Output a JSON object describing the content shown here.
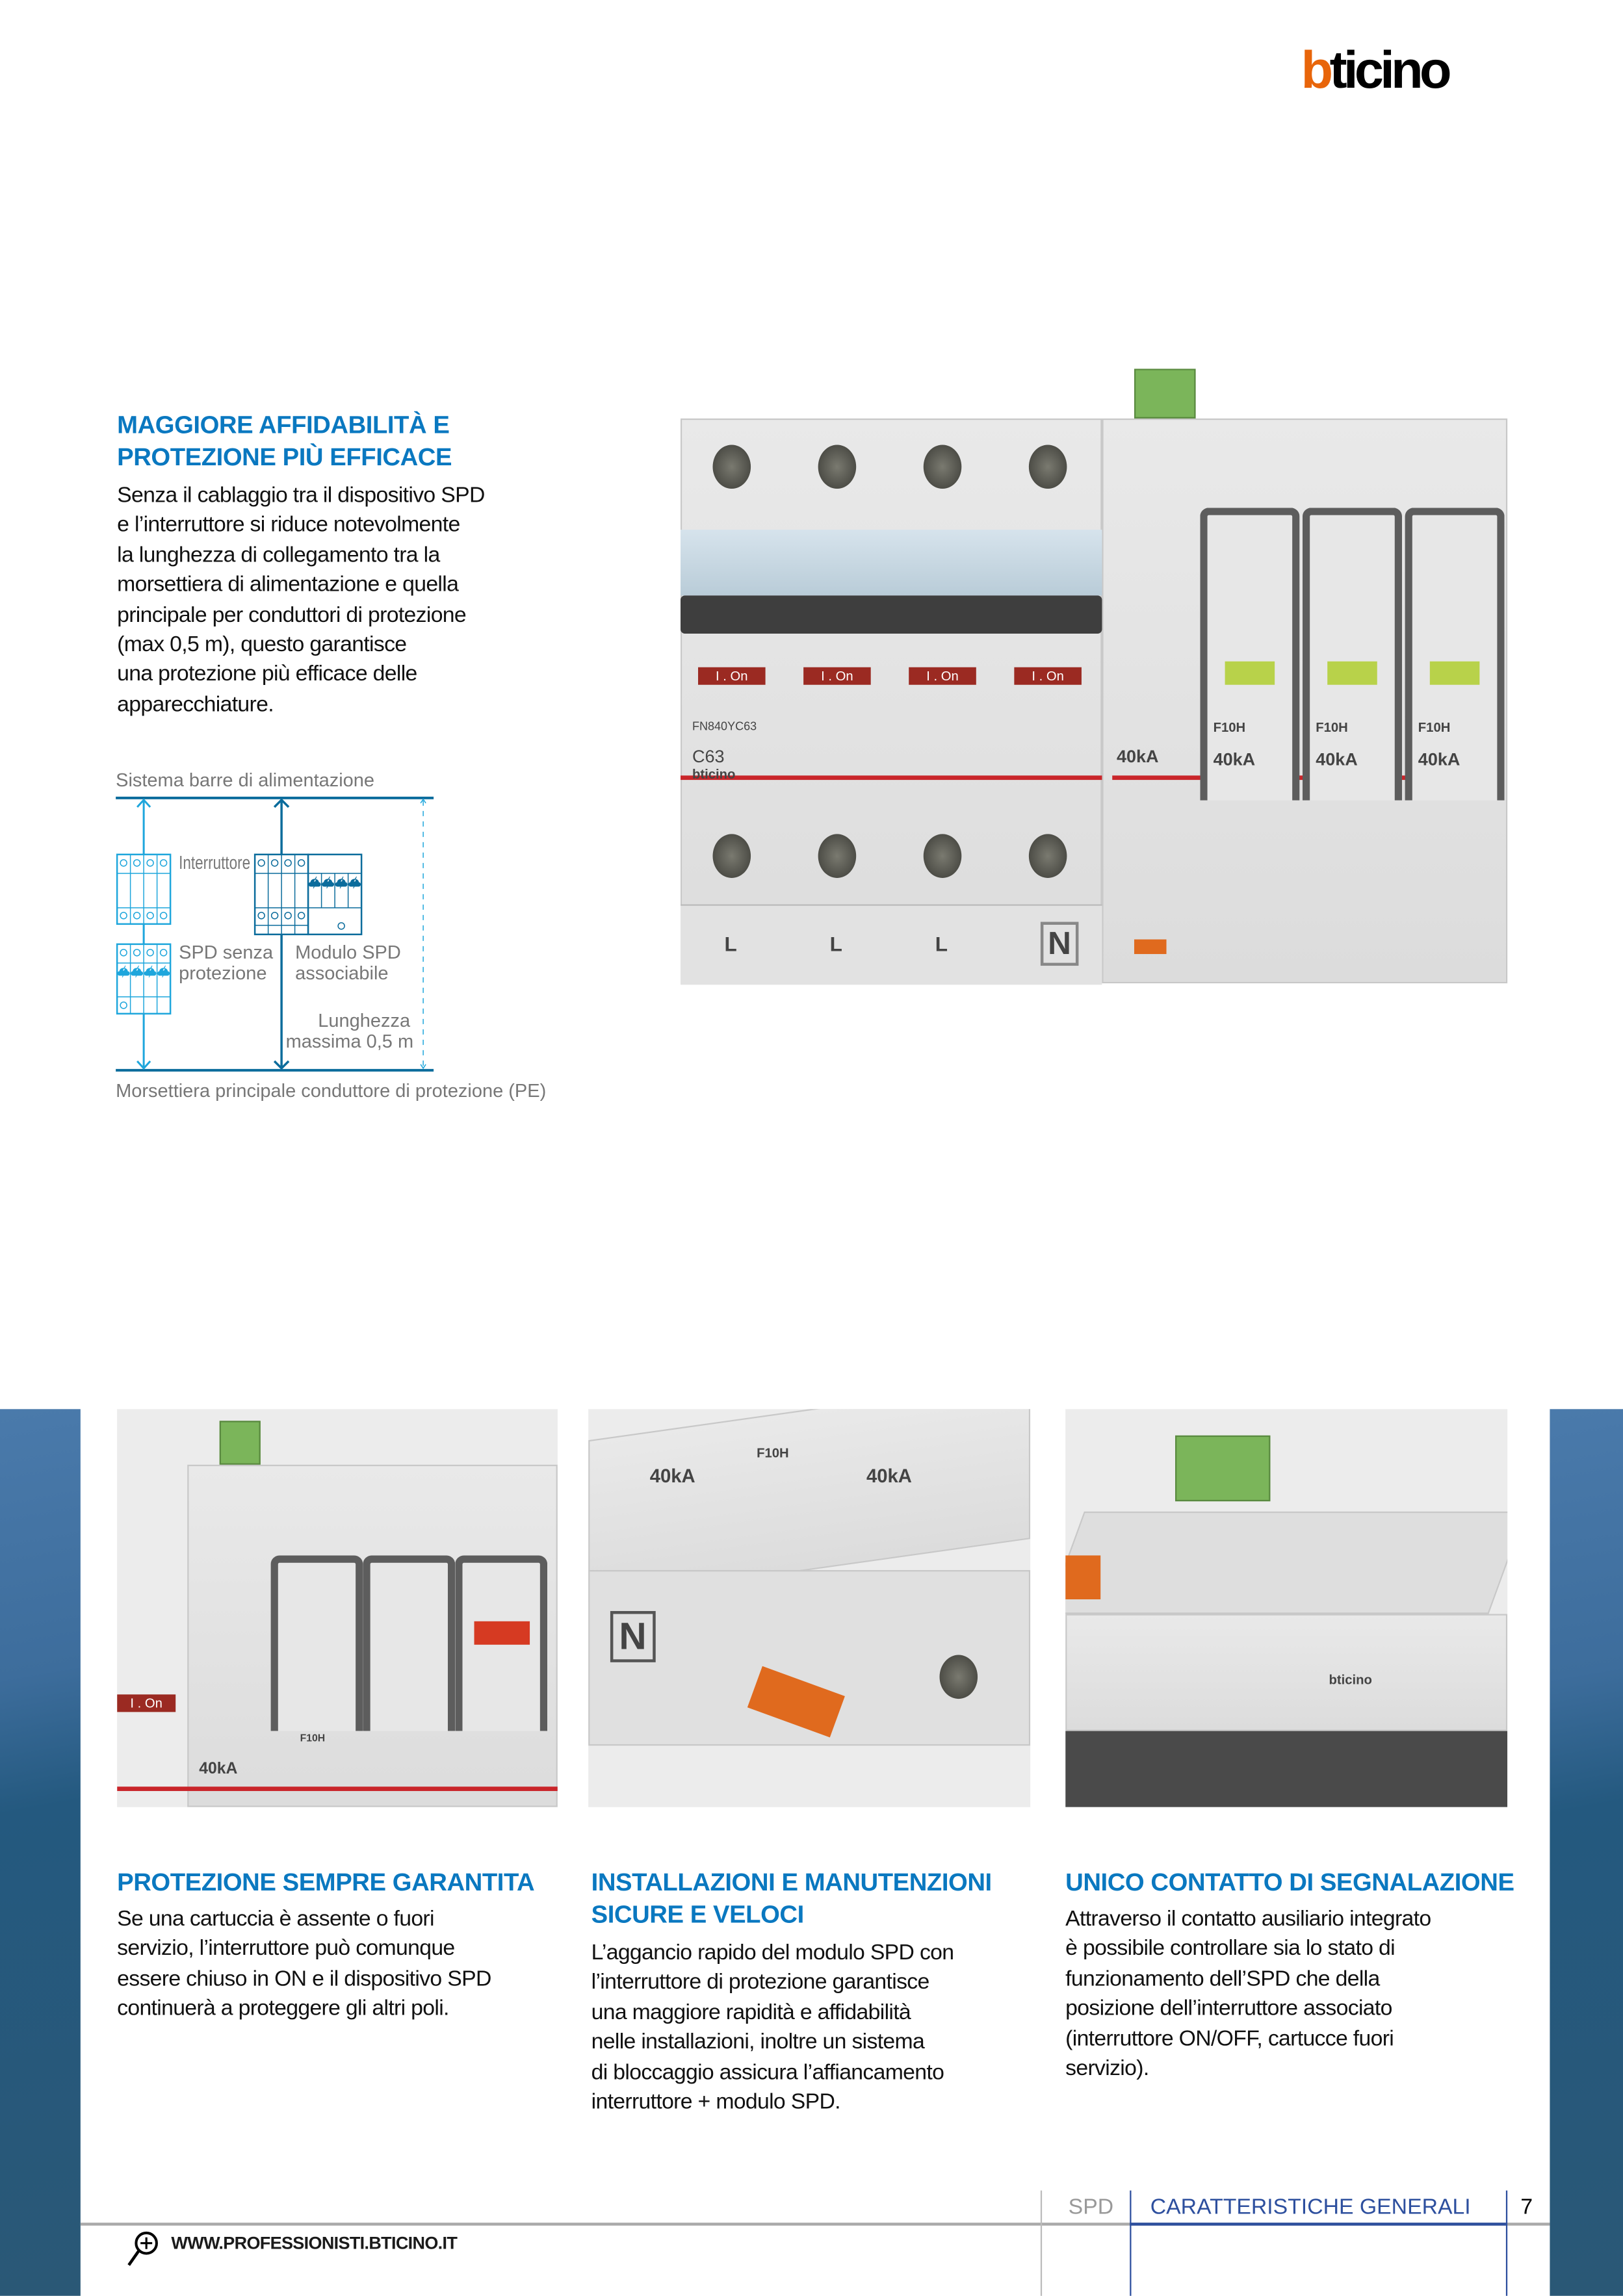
{
  "brand": {
    "logo_b": "b",
    "logo_rest": "ticino",
    "accent": "#e8650a"
  },
  "intro": {
    "heading": "MAGGIORE AFFIDABILITÀ E\nPROTEZIONE PIÙ EFFICACE",
    "body": "Senza il cablaggio tra il dispositivo SPD\ne l’interruttore si riduce notevolmente\nla lunghezza di collegamento tra la\nmorsettiera di alimentazione e quella\nprincipale per conduttori di protezione\n(max 0,5 m), questo garantisce\nuna protezione più efficace delle\napparecchiature."
  },
  "diagram": {
    "top_label": "Sistema barre di alimentazione",
    "bottom_label": "Morsettiera principale conduttore di protezione (PE)",
    "interruttore": "Interruttore",
    "spd_line1": "SPD senza",
    "spd_line2": "protezione",
    "modulo_line1": "Modulo SPD",
    "modulo_line2": "associabile",
    "length_line1": "Lunghezza",
    "length_line2": "massima 0,5 m",
    "colors": {
      "light": "#1ea6dc",
      "dark": "#0b6c9c",
      "text": "#777777"
    }
  },
  "main_photo": {
    "pole_labels": [
      "L",
      "L",
      "L",
      "N"
    ],
    "handle_label": "I . On",
    "breaker_rating": "C63",
    "breaker_code": "FN840YC63",
    "spd_rating": "40kA",
    "cartridge_code": "F10H",
    "maker": "bticino"
  },
  "features": [
    {
      "heading": "PROTEZIONE SEMPRE GARANTITA",
      "body": "Se una cartuccia è assente o fuori\nservizio, l’interruttore può comunque\nessere chiuso in ON e il dispositivo SPD\ncontinuerà a proteggere gli altri poli."
    },
    {
      "heading": "INSTALLAZIONI E MANUTENZIONI\nSICURE E VELOCI",
      "body": "L’aggancio rapido del modulo SPD con\nl’interruttore di protezione garantisce\nuna maggiore rapidità e affidabilità\nnelle installazioni, inoltre un sistema\ndi bloccaggio assicura l’affiancamento\ninterruttore + modulo SPD."
    },
    {
      "heading": "UNICO CONTATTO DI SEGNALAZIONE",
      "body": "Attraverso il contatto ausiliario integrato\nè possibile controllare sia lo stato di\nfunzionamento dell’SPD che della\nposizione dell’interruttore associato\n(interruttore ON/OFF, cartucce fuori\nservizio)."
    }
  ],
  "footer": {
    "website": "WWW.PROFESSIONISTI.BTICINO.IT",
    "section": "SPD",
    "chapter": "CARATTERISTICHE GENERALI",
    "page_number": "7"
  }
}
